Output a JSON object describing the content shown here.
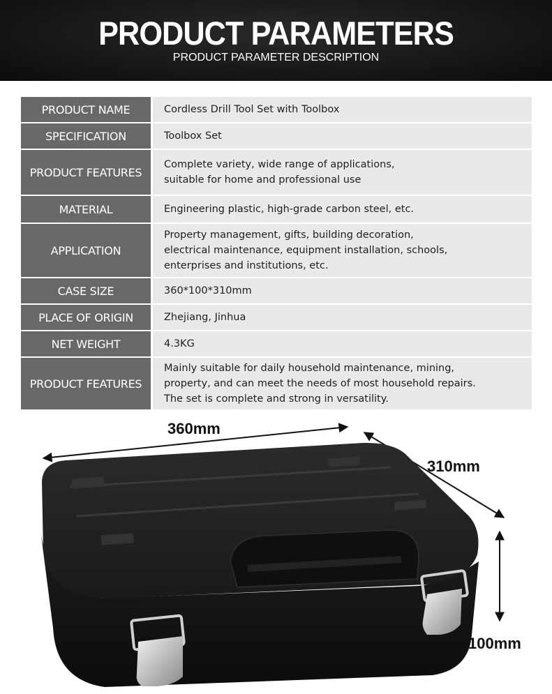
{
  "header": {
    "title": "PRODUCT PARAMETERS",
    "subtitle": "PRODUCT PARAMETER DESCRIPTION"
  },
  "params": [
    {
      "label": "PRODUCT NAME",
      "lines": [
        "Cordless Drill Tool Set with Toolbox"
      ]
    },
    {
      "label": "SPECIFICATION",
      "lines": [
        "Toolbox Set"
      ]
    },
    {
      "label": "PRODUCT FEATURES",
      "lines": [
        "Complete variety, wide range of applications,",
        "suitable for home and professional use"
      ]
    },
    {
      "label": "MATERIAL",
      "lines": [
        "Engineering plastic, high-grade carbon steel, etc."
      ]
    },
    {
      "label": "APPLICATION",
      "lines": [
        "Property management, gifts, building decoration,",
        "electrical maintenance, equipment installation, schools,",
        "enterprises and institutions, etc."
      ]
    },
    {
      "label": "CASE SIZE",
      "lines": [
        "360*100*310mm"
      ]
    },
    {
      "label": "PLACE OF ORIGIN",
      "lines": [
        "Zhejiang, Jinhua"
      ]
    },
    {
      "label": "NET WEIGHT",
      "lines": [
        "4.3KG"
      ]
    },
    {
      "label": "PRODUCT FEATURES",
      "lines": [
        "Mainly suitable for daily household maintenance, mining,",
        "property, and can meet the needs of most household repairs.",
        "The set is complete and strong in versatility."
      ]
    }
  ],
  "dimensions": {
    "length": "360mm",
    "depth": "310mm",
    "height": "100mm"
  },
  "colors": {
    "label_bg": "#686868",
    "value_bg": "#e9e9e9",
    "banner_bg": "#141414"
  }
}
